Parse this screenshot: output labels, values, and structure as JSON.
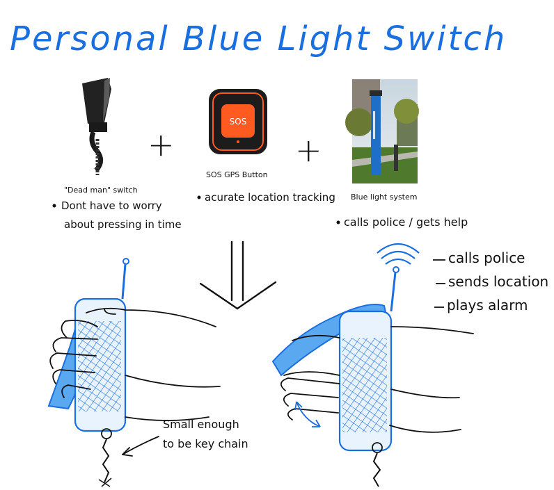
{
  "title": "Personal Blue Light Switch",
  "components": [
    {
      "label": "\"Dead man\" switch",
      "notes": [
        "Dont have to worry",
        "about pressing in time"
      ]
    },
    {
      "button_text": "SOS",
      "label": "SOS GPS Button",
      "notes": [
        "acurate location tracking"
      ]
    },
    {
      "label": "Blue light system",
      "notes": [
        "calls police / gets help"
      ]
    }
  ],
  "operators": {
    "plus": "+"
  },
  "device_actions": [
    "calls police",
    "sends location",
    "plays alarm"
  ],
  "size_note": [
    "Small enough",
    "to be key chain"
  ],
  "colors": {
    "accent_blue": "#1a6fe0",
    "ink": "#111111",
    "sos_orange": "#ff5a1f",
    "device_fill": "#5aa8f0"
  }
}
